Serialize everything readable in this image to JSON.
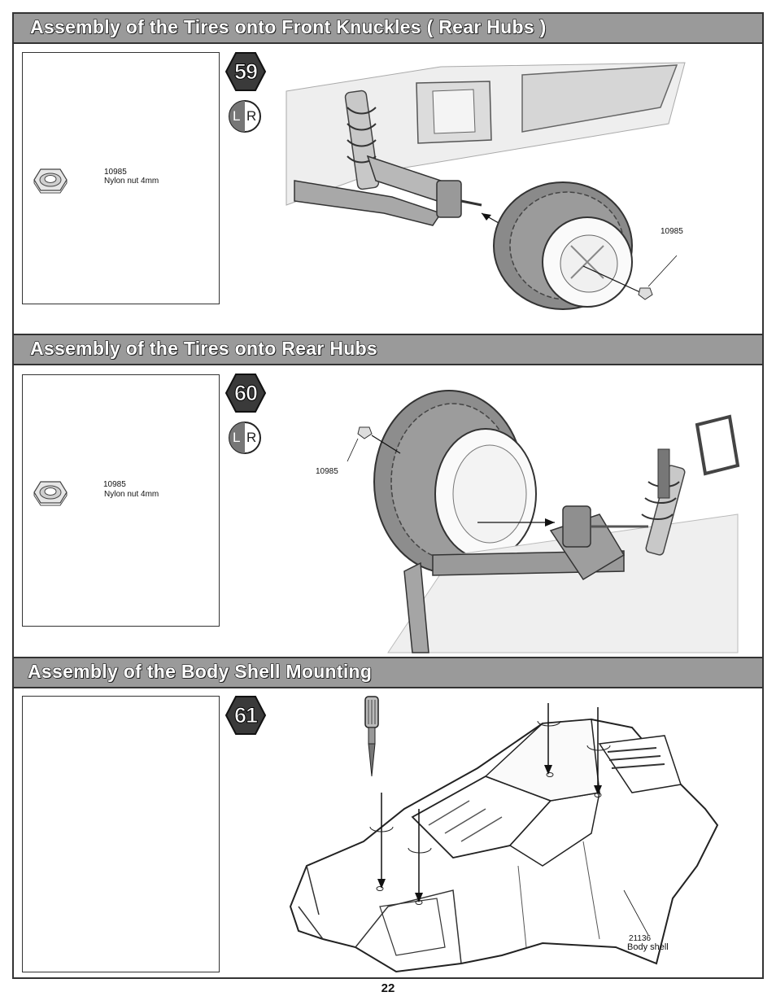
{
  "sections": [
    {
      "title": "Assembly of the Tires onto Front Knuckles ( Rear Hubs )",
      "step": "59",
      "side_marker": {
        "left": "L",
        "right": "R"
      },
      "parts": [
        {
          "code": "10985",
          "name": "Nylon nut 4mm",
          "icon": "nylon-nut-icon"
        }
      ],
      "callouts": [
        {
          "label": "10985"
        }
      ]
    },
    {
      "title": "Assembly of the Tires onto Rear Hubs",
      "step": "60",
      "side_marker": {
        "left": "L",
        "right": "R"
      },
      "parts": [
        {
          "code": "10985",
          "name": "Nylon nut 4mm",
          "icon": "nylon-nut-icon"
        }
      ],
      "callouts": [
        {
          "label": "10985"
        }
      ]
    },
    {
      "title": "Assembly of the Body Shell Mounting",
      "step": "61",
      "callouts": [
        {
          "code": "21136",
          "label": "Body shell"
        }
      ]
    }
  ],
  "page_number": "22"
}
